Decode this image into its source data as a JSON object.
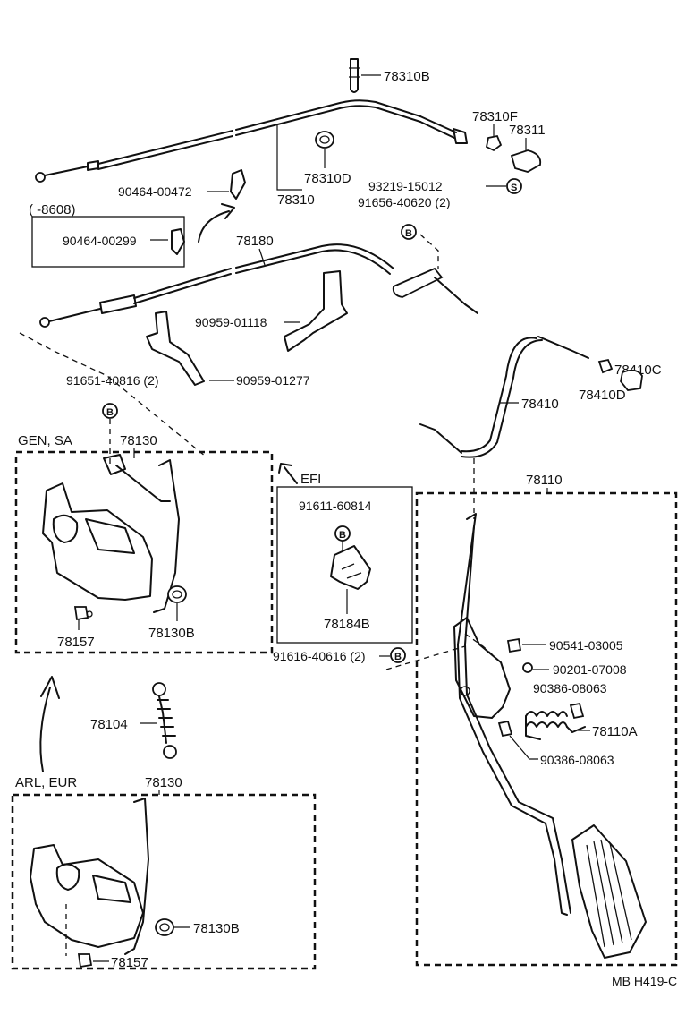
{
  "diagram_id": "MB H419-C",
  "regions": {
    "gen_sa": "GEN, SA",
    "efi": "EFI",
    "arl_eur": "ARL, EUR",
    "date_range": "(     -8608)"
  },
  "callouts": {
    "ref_b": "B",
    "ref_s": "S"
  },
  "parts": {
    "p78310B": "78310B",
    "p78310F": "78310F",
    "p78311": "78311",
    "p78310D": "78310D",
    "p78310": "78310",
    "p90464_00472": "90464-00472",
    "p93219_15012": "93219-15012",
    "p91656_40620": "91656-40620 (2)",
    "p90464_00299": "90464-00299",
    "p78180": "78180",
    "p90959_01118": "90959-01118",
    "p91651_40816": "91651-40816 (2)",
    "p90959_01277": "90959-01277",
    "p78410C": "78410C",
    "p78410D": "78410D",
    "p78410": "78410",
    "p78130_gen": "78130",
    "p78110": "78110",
    "p91611_60814": "91611-60814",
    "p78184B": "78184B",
    "p78157_gen": "78157",
    "p78130B_gen": "78130B",
    "p91616_40616": "91616-40616 (2)",
    "p90541_03005": "90541-03005",
    "p90201_07008": "90201-07008",
    "p90386_08063_a": "90386-08063",
    "p78104": "78104",
    "p78110A": "78110A",
    "p90386_08063_b": "90386-08063",
    "p78130_arl": "78130",
    "p78130B_arl": "78130B",
    "p78157_arl": "78157"
  }
}
